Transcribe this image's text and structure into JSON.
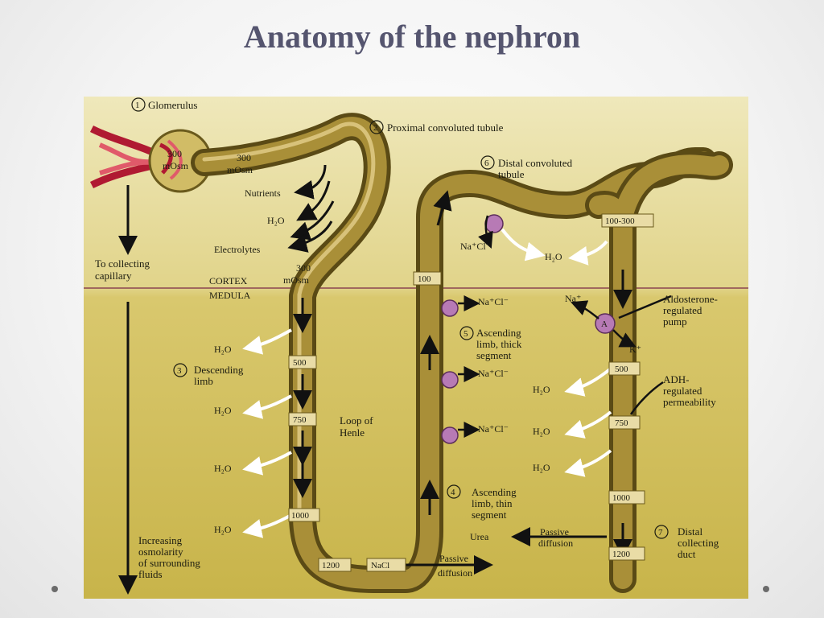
{
  "slide": {
    "title": "Anatomy of the nephron"
  },
  "diagram": {
    "labels": {
      "glomerulus": "Glomerulus",
      "pct": "Proximal convoluted tubule",
      "dct_1": "Distal convoluted",
      "dct_2": "tubule",
      "nutrients": "Nutrients",
      "h2o": "H₂O",
      "electrolytes": "Electrolytes",
      "to_collecting_1": "To collecting",
      "to_collecting_2": "capillary",
      "cortex": "CORTEX",
      "medula": "MEDULA",
      "mosm300a_1": "300",
      "mosm300a_2": "mOsm",
      "mosm300b_1": "300",
      "mosm300b_2": "mOsm",
      "mosm300c_1": "300",
      "mosm300c_2": "mOsm",
      "descending_1": "Descending",
      "descending_2": "limb",
      "loop_1": "Loop of",
      "loop_2": "Henle",
      "ascending_thick_1": "Ascending",
      "ascending_thick_2": "limb, thick",
      "ascending_thick_3": "segment",
      "ascending_thin_1": "Ascending",
      "ascending_thin_2": "limb, thin",
      "ascending_thin_3": "segment",
      "nacl_pump": "Na⁺Cl⁻",
      "nacl": "NaCl",
      "na": "Na⁺",
      "k": "K⁺",
      "pump_letter": "A",
      "aldosterone_1": "Aldosterone-",
      "aldosterone_2": "regulated",
      "aldosterone_3": "pump",
      "adh_1": "ADH-",
      "adh_2": "regulated",
      "adh_3": "permeability",
      "urea": "Urea",
      "passive_1": "Passive",
      "passive_2": "diffusion",
      "distal_collecting_1": "Distal",
      "distal_collecting_2": "collecting",
      "distal_collecting_3": "duct",
      "osmolarity_1": "Increasing",
      "osmolarity_2": "osmolarity",
      "osmolarity_3": "of surrounding",
      "osmolarity_4": "fluids"
    },
    "numbers": {
      "n1": "1",
      "n2": "2",
      "n3": "3",
      "n4": "4",
      "n5": "5",
      "n6": "6",
      "n7": "7"
    },
    "concentrations": {
      "desc_500": "500",
      "desc_750": "750",
      "desc_1000": "1000",
      "bottom_1200": "1200",
      "asc_100": "100",
      "dct_100_300": "100-300",
      "cd_500": "500",
      "cd_750": "750",
      "cd_1000": "1000",
      "cd_1200": "1200"
    },
    "colors": {
      "background_top": "#efe8b8",
      "background_bottom": "#c9b64a",
      "tubule": "#8a7628",
      "tubule_highlight": "#c7ae5a",
      "pump": "#b77ab5",
      "boundary": "#8a4450"
    }
  }
}
